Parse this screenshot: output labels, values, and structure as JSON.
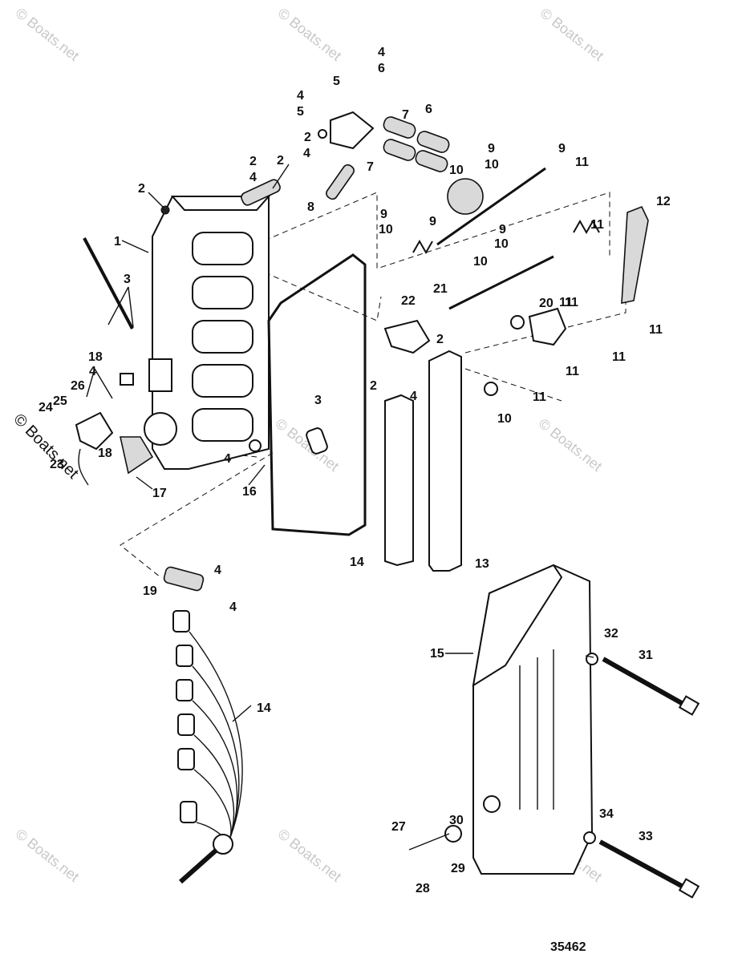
{
  "watermark_text": "© Boats.net",
  "drawing_number": "35462",
  "callouts": [
    "1",
    "2",
    "2",
    "2",
    "2",
    "2",
    "2",
    "3",
    "3",
    "4",
    "4",
    "4",
    "4",
    "4",
    "4",
    "4",
    "4",
    "4",
    "5",
    "5",
    "6",
    "6",
    "7",
    "7",
    "8",
    "9",
    "9",
    "9",
    "9",
    "9",
    "10",
    "10",
    "10",
    "10",
    "10",
    "10",
    "11",
    "11",
    "11",
    "11",
    "11",
    "11",
    "11",
    "11",
    "12",
    "13",
    "14",
    "14",
    "15",
    "16",
    "17",
    "18",
    "18",
    "19",
    "20",
    "21",
    "22",
    "23",
    "24",
    "25",
    "26",
    "27",
    "28",
    "29",
    "30",
    "31",
    "32",
    "33",
    "34"
  ]
}
